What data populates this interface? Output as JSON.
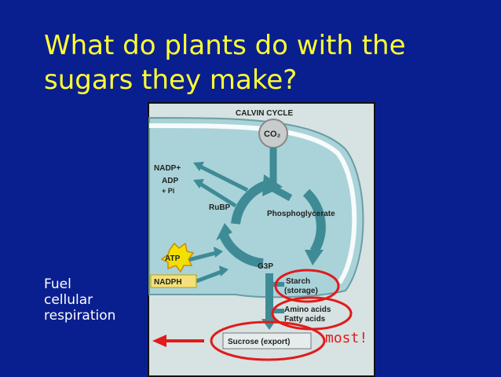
{
  "slide": {
    "title_lines": [
      "What do plants do with the",
      "sugars they make?"
    ],
    "side_lines": [
      "Fuel",
      "cellular",
      "respiration"
    ],
    "annotation": "most!"
  },
  "diagram": {
    "header": "CALVIN CYCLE",
    "co2": "CO₂",
    "nadp": "NADP+",
    "adp": "ADP",
    "pi": "+ Pi",
    "rubp": "RuBP",
    "phosphoglycerate": "Phosphoglycerate",
    "atp": "ATP",
    "nadph": "NADPH",
    "g3p": "G3P",
    "starch_1": "Starch",
    "starch_2": "(storage)",
    "amino": "Amino acids",
    "fatty": "Fatty acids",
    "sucrose": "Sucrose (export)"
  },
  "colors": {
    "background": "#0a1f8f",
    "title": "#ffff33",
    "highlight": "#e01b1b",
    "arrow_teal": "#3e8b96",
    "cell_fill": "#a9d3d8"
  }
}
